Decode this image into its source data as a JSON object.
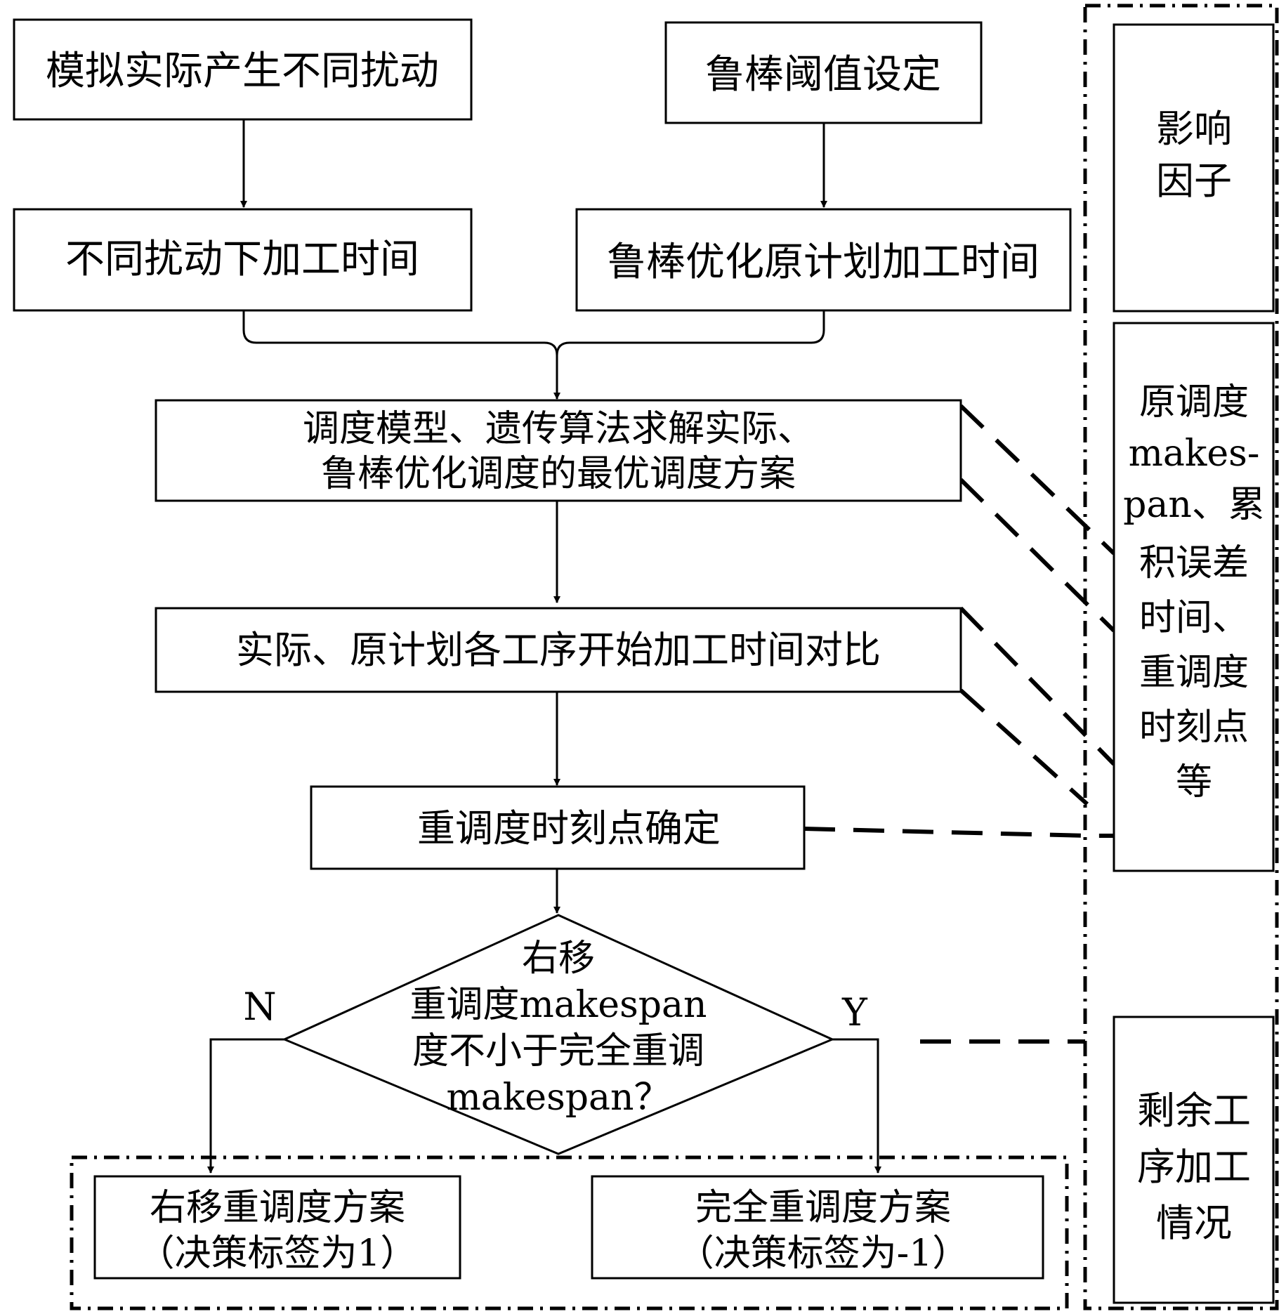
{
  "nodes": {
    "simulate_disturbance": "模拟实际产生不同扰动",
    "robust_threshold": "鲁棒阈值设定",
    "time_under_disturbance": "不同扰动下加工时间",
    "robust_original_time": "鲁棒优化原计划加工时间",
    "schedule_model": [
      "调度模型、遗传算法求解实际、",
      "鲁棒优化调度的最优调度方案"
    ],
    "compare_start_times": "实际、原计划各工序开始加工时间对比",
    "reschedule_point": "重调度时刻点确定",
    "decision": [
      "右移",
      "重调度makespan",
      "度不小于完全重调",
      "makespan？"
    ],
    "right_shift_plan": [
      "右移重调度方案",
      "（决策标签为1）"
    ],
    "full_reschedule_plan": [
      "完全重调度方案",
      "（决策标签为-1）"
    ]
  },
  "branches": {
    "no": "N",
    "yes": "Y"
  },
  "side_panel": {
    "influence_factors": [
      "影响",
      "因子"
    ],
    "factors_list": [
      "原调度",
      "makes-",
      "pan、累",
      "积误差",
      "时间、",
      "重调度",
      "时刻点",
      "等"
    ],
    "remaining_ops": [
      "剩余工",
      "序加工",
      "情况"
    ]
  }
}
